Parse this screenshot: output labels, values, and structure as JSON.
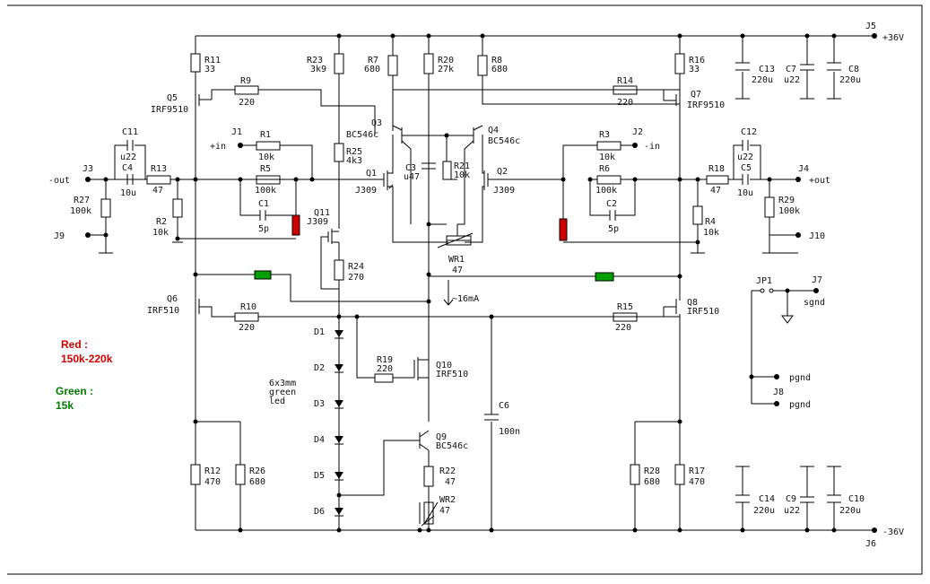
{
  "legend": {
    "red_title": "Red :",
    "red_value": "150k-220k",
    "green_title": "Green :",
    "green_value": "15k",
    "red_color": "#d00000",
    "green_color": "#007a00"
  },
  "connectors": {
    "j5": "J5",
    "j5_net": "+36V",
    "j6": "J6",
    "j6_net": "-36V",
    "j3": "J3",
    "j3_net": "-out",
    "j4": "J4",
    "j4_net": "+out",
    "j1": "J1",
    "j1_net": "+in",
    "j2": "J2",
    "j2_net": "-in",
    "j9": "J9",
    "j10": "J10",
    "j7": "J7",
    "j7_net": "sgnd",
    "j8": "J8",
    "pgnd1": "pgnd",
    "pgnd2": "pgnd",
    "jp1": "JP1"
  },
  "components": {
    "r11": "R11",
    "r11v": "33",
    "r9": "R9",
    "r9v": "220",
    "q5": "Q5",
    "q5v": "IRF9510",
    "c11": "C11",
    "c11v": "u22",
    "c4": "C4",
    "c4v": "10u",
    "r13": "R13",
    "r13v": "47",
    "r27": "R27",
    "r27v": "100k",
    "r2": "R2",
    "r2v": "10k",
    "r1": "R1",
    "r1v": "10k",
    "r5": "R5",
    "r5v": "100k",
    "c1": "C1",
    "c1v": "5p",
    "r23": "R23",
    "r23v": "3k9",
    "r25": "R25",
    "r25v": "4k3",
    "q11": "Q11",
    "q11v": "J309",
    "r24": "R24",
    "r24v": "270",
    "r7": "R7",
    "r7v": "680",
    "r20": "R20",
    "r20v": "27k",
    "r8": "R8",
    "r8v": "680",
    "q3": "Q3",
    "q3v": "BC546c",
    "q4": "Q4",
    "q4v": "BC546c",
    "c3": "C3",
    "c3v": "u47",
    "r21": "R21",
    "r21v": "10k",
    "q1": "Q1",
    "q1v": "J309",
    "q2": "Q2",
    "q2v": "J309",
    "wr1": "WR1",
    "wr1v": "47",
    "current": "~16mA",
    "r16": "R16",
    "r16v": "33",
    "r14": "R14",
    "r14v": "220",
    "q7": "Q7",
    "q7v": "IRF9510",
    "r3": "R3",
    "r3v": "10k",
    "r6": "R6",
    "r6v": "100k",
    "c2": "C2",
    "c2v": "5p",
    "c12": "C12",
    "c12v": "u22",
    "c5": "C5",
    "c5v": "10u",
    "r18": "R18",
    "r18v": "47",
    "r29": "R29",
    "r29v": "100k",
    "r4": "R4",
    "r4v": "10k",
    "c13": "C13",
    "c13v": "220u",
    "c7": "C7",
    "c7v": "u22",
    "c8": "C8",
    "c8v": "220u",
    "q6": "Q6",
    "q6v": "IRF510",
    "r10": "R10",
    "r10v": "220",
    "q8": "Q8",
    "q8v": "IRF510",
    "r15": "R15",
    "r15v": "220",
    "d1": "D1",
    "d2": "D2",
    "d3": "D3",
    "d4": "D4",
    "d5": "D5",
    "d6": "D6",
    "led1": "6x3mm",
    "led2": "green",
    "led3": "led",
    "r19": "R19",
    "r19v": "220",
    "q10": "Q10",
    "q10v": "IRF510",
    "c6": "C6",
    "c6v": "100n",
    "q9": "Q9",
    "q9v": "BC546c",
    "r22": "R22",
    "r22v": "47",
    "wr2": "WR2",
    "wr2v": "47",
    "r12": "R12",
    "r12v": "470",
    "r26": "R26",
    "r26v": "680",
    "r28": "R28",
    "r28v": "680",
    "r17": "R17",
    "r17v": "470",
    "c14": "C14",
    "c14v": "220u",
    "c9": "C9",
    "c9v": "u22",
    "c10": "C10",
    "c10v": "220u"
  }
}
